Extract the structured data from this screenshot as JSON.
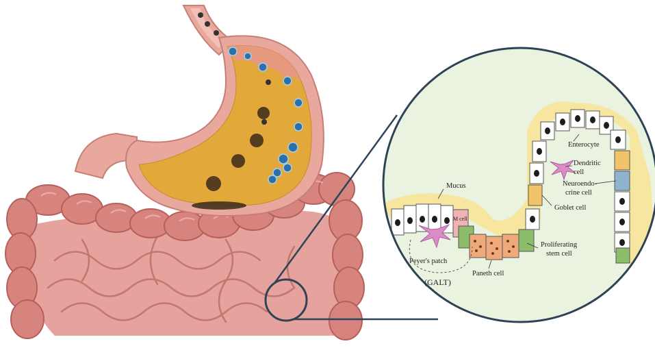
{
  "labels": {
    "mucus": "Mucus",
    "m_cell": "M cell",
    "peyers_patch": "Peyer's patch",
    "galt": "(GALT)",
    "paneth_cell": "Paneth cell",
    "proliferating_stem_cell_1": "Proliferating",
    "proliferating_stem_cell_2": "stem cell",
    "goblet_cell": "Goblet cell",
    "enterocyte": "Enterocyte",
    "dendritic_cell_1": "Dendritic",
    "dendritic_cell_2": "cell",
    "neuroendocrine_cell_1": "Neuroendo-",
    "neuroendocrine_cell_2": "crine cell"
  },
  "colors": {
    "intestine": "#d98a86",
    "intestine_dark": "#b8605e",
    "stomach_wall": "#e9a89e",
    "stomach_content": "#e2a93a",
    "mucus": "#f6e6a0",
    "zoom_fill": "#eaf2e0",
    "zoom_border": "#2f4356",
    "enterocyte_fill": "#ffffff",
    "goblet_fill": "#f2c46a",
    "paneth_fill": "#eeaa7a",
    "stem_fill": "#8bbd6a",
    "neuro_fill": "#8fb3cc",
    "m_cell_fill": "#f0b3b3",
    "dendritic_fill": "#d98cc8",
    "pathogen": "#2f6fa8"
  },
  "icons": [
    "stomach-illustration",
    "intestine-illustration",
    "magnifier-circle",
    "pathogen-icon"
  ]
}
